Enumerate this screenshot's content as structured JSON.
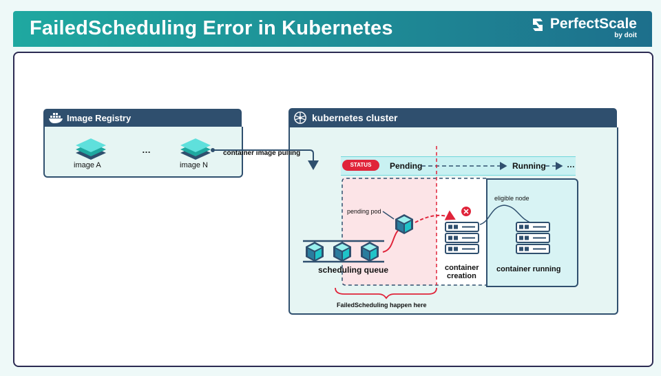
{
  "header": {
    "title": "FailedScheduling Error in Kubernetes",
    "brand": "PerfectScale",
    "brand_byline": "by doit"
  },
  "registry": {
    "title": "Image Registry",
    "items": [
      "image A",
      "…",
      "image N"
    ]
  },
  "cluster": {
    "title": "kubernetes cluster",
    "arrow_label": "container image pulling",
    "status_badge": "STATUS",
    "status_from": "Pending",
    "status_to": "Running",
    "status_more": "…",
    "pending_pod_label": "pending pod",
    "queue_label": "scheduling queue",
    "creation_label_line1": "container",
    "creation_label_line2": "creation",
    "eligible_label": "eligible node",
    "running_label": "container running",
    "failure_label": "FailedScheduling happen here"
  },
  "colors": {
    "header_start": "#1fa8a0",
    "header_end": "#1d6f8c",
    "panel": "#2f4f6e",
    "teal": "#1fc3c8",
    "error": "#e0243a",
    "failure_zone": "#fce4e7",
    "running_zone": "#d8f3f4"
  },
  "icons": [
    "perfectscale-logo-icon",
    "docker-icon",
    "kubernetes-icon",
    "layers-icon",
    "pod-cube-icon",
    "server-rack-icon",
    "error-x-icon"
  ]
}
